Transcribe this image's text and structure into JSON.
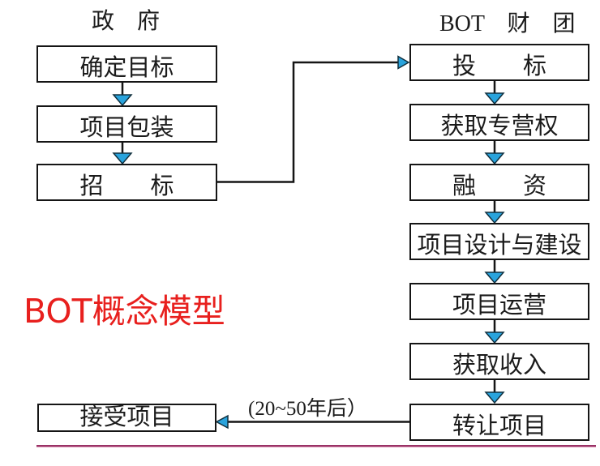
{
  "diagram": {
    "title": "BOT概念模型",
    "left_column": {
      "header": "政　府",
      "boxes": [
        "确定目标",
        "项目包装",
        "招　　标"
      ],
      "accept_box": "接受项目"
    },
    "right_column": {
      "header": "BOT　财　团",
      "boxes": [
        "投　　标",
        "获取专营权",
        "融　　资",
        "项目设计与建设",
        "项目运营",
        "获取收入",
        "转让项目"
      ]
    },
    "annotations": {
      "transfer_delay": "(20~50年后）"
    },
    "colors": {
      "title_red": "#e8201e",
      "arrow_fill": "#29a3dc",
      "line_black": "#151515",
      "divider_plum": "#993366",
      "box_background": "#ffffff"
    }
  }
}
